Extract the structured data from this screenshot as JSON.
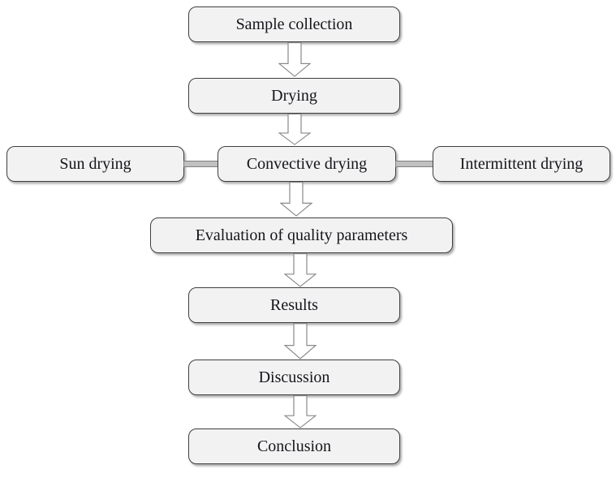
{
  "diagram": {
    "type": "flowchart",
    "nodes": {
      "sample_collection": "Sample collection",
      "drying": "Drying",
      "sun_drying": "Sun drying",
      "convective_drying": "Convective drying",
      "intermittent_drying": "Intermittent drying",
      "evaluation": "Evaluation of quality parameters",
      "results": "Results",
      "discussion": "Discussion",
      "conclusion": "Conclusion"
    },
    "edges": [
      {
        "from": "sample_collection",
        "to": "drying",
        "type": "down-arrow"
      },
      {
        "from": "drying",
        "to": "convective_drying",
        "type": "down-arrow"
      },
      {
        "from": "sun_drying",
        "to": "convective_drying",
        "type": "horizontal-bar"
      },
      {
        "from": "convective_drying",
        "to": "intermittent_drying",
        "type": "horizontal-bar"
      },
      {
        "from": "convective_drying",
        "to": "evaluation",
        "type": "down-arrow"
      },
      {
        "from": "evaluation",
        "to": "results",
        "type": "down-arrow"
      },
      {
        "from": "results",
        "to": "discussion",
        "type": "down-arrow"
      },
      {
        "from": "discussion",
        "to": "conclusion",
        "type": "down-arrow"
      }
    ],
    "colors": {
      "box_fill": "#f2f2f2",
      "box_border": "#3f3f3f",
      "text_color": "#16151c",
      "arrow_fill": "#ffffff",
      "arrow_stroke": "#8a8a8a",
      "connector_fill": "#c0c0c0",
      "connector_border": "#7f7f7f",
      "canvas_bg": "#ffffff"
    }
  }
}
